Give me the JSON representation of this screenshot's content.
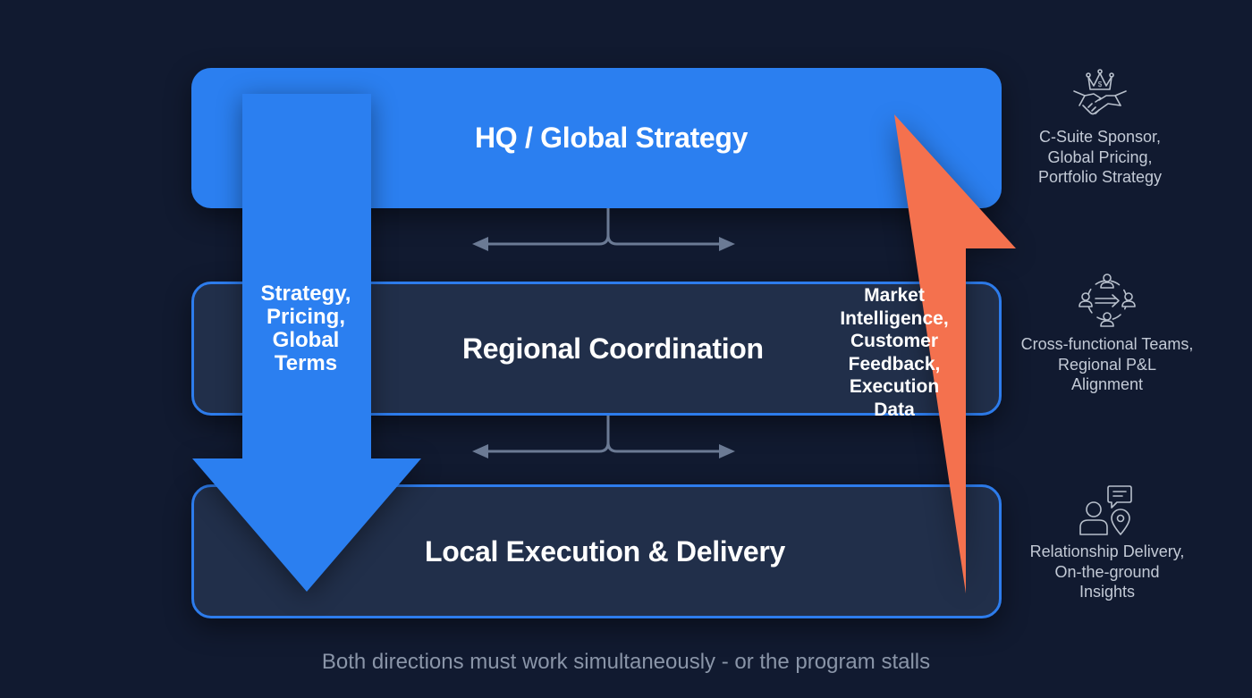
{
  "diagram": {
    "tiers": [
      {
        "id": "hq",
        "label": "HQ / Global Strategy"
      },
      {
        "id": "regional",
        "label": "Regional Coordination"
      },
      {
        "id": "local",
        "label": "Local Execution & Delivery"
      }
    ],
    "down_arrow": {
      "direction": "down",
      "color": "#2b7ff0",
      "lines": [
        "Strategy,",
        "Pricing,",
        "Global",
        "Terms"
      ]
    },
    "up_arrow": {
      "direction": "up",
      "color": "#f4714e",
      "lines": [
        "Market",
        "Intelligence,",
        "Customer",
        "Feedback,",
        "Execution",
        "Data"
      ]
    },
    "side_notes": [
      {
        "icon": "handshake-crown-dollar-icon",
        "lines": [
          "C-Suite Sponsor,",
          "Global Pricing,",
          "Portfolio Strategy"
        ]
      },
      {
        "icon": "cross-functional-team-icon",
        "lines": [
          "Cross-functional Teams,",
          "Regional P&L",
          "Alignment"
        ]
      },
      {
        "icon": "person-chat-location-icon",
        "lines": [
          "Relationship Delivery,",
          "On-the-ground",
          "Insights"
        ]
      }
    ],
    "footer": "Both directions must work simultaneously - or the program stalls"
  },
  "colors": {
    "background": "#111a30",
    "primary_blue": "#2b7ff0",
    "accent_orange": "#f4714e",
    "tier_dark": "#212f4a",
    "connector_gray": "#6b7a94",
    "muted_text": "#8a95a8"
  }
}
